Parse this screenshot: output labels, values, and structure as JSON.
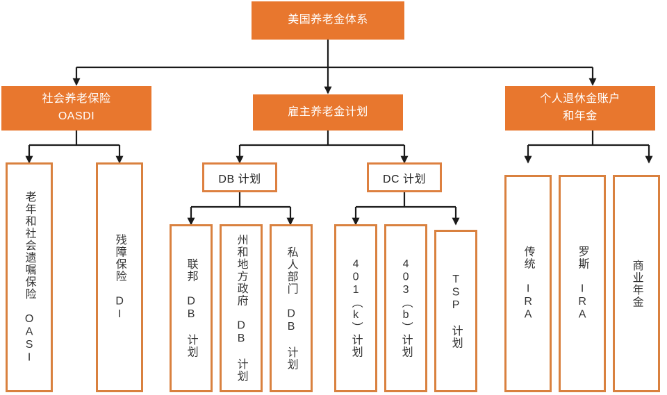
{
  "diagram": {
    "title": "美国养老金体系",
    "root": {
      "id": "root",
      "label": "美国养老金体系",
      "style": "filled"
    },
    "level2": [
      {
        "id": "oasdi",
        "label_line1": "社会养老保险",
        "label_line2": "OASDI",
        "style": "filled"
      },
      {
        "id": "employer",
        "label_line1": "雇主养老金计划",
        "label_line2": "",
        "style": "filled"
      },
      {
        "id": "ira",
        "label_line1": "个人退休金账户",
        "label_line2": "和年金",
        "style": "filled"
      }
    ],
    "level3": [
      {
        "id": "db",
        "label": "DB 计划",
        "style": "outline",
        "parent": "employer"
      },
      {
        "id": "dc",
        "label": "DC 计划",
        "style": "outline",
        "parent": "employer"
      }
    ],
    "leaves": [
      {
        "id": "oasi",
        "label": "老年和社会遗嘱保险 OASI",
        "parent": "oasdi"
      },
      {
        "id": "di",
        "label": "残障保险 DI",
        "parent": "oasdi"
      },
      {
        "id": "federal-db",
        "label": "联邦 DB 计划",
        "parent": "db"
      },
      {
        "id": "state-local-db",
        "label": "州和地方政府 DB 计划",
        "parent": "db"
      },
      {
        "id": "private-db",
        "label": "私人部门 DB 计划",
        "parent": "db"
      },
      {
        "id": "plan-401k",
        "label": "401（k）计划",
        "parent": "dc"
      },
      {
        "id": "plan-403b",
        "label": "403（b）计划",
        "parent": "dc"
      },
      {
        "id": "plan-tsp",
        "label": "TSP 计划",
        "parent": "dc"
      },
      {
        "id": "traditional-ira",
        "label": "传统 IRA",
        "parent": "ira"
      },
      {
        "id": "roth-ira",
        "label": "罗斯 IRA",
        "parent": "ira"
      },
      {
        "id": "commercial-annuity",
        "label": "商业年金",
        "parent": "ira"
      }
    ],
    "colors": {
      "node_fill": "#e8772e",
      "node_text_on_fill": "#ffffff",
      "leaf_border": "#d9813f",
      "leaf_fill": "#ffffff",
      "leaf_text": "#333333",
      "connector": "#1a1a1a",
      "background": "#ffffff"
    }
  }
}
